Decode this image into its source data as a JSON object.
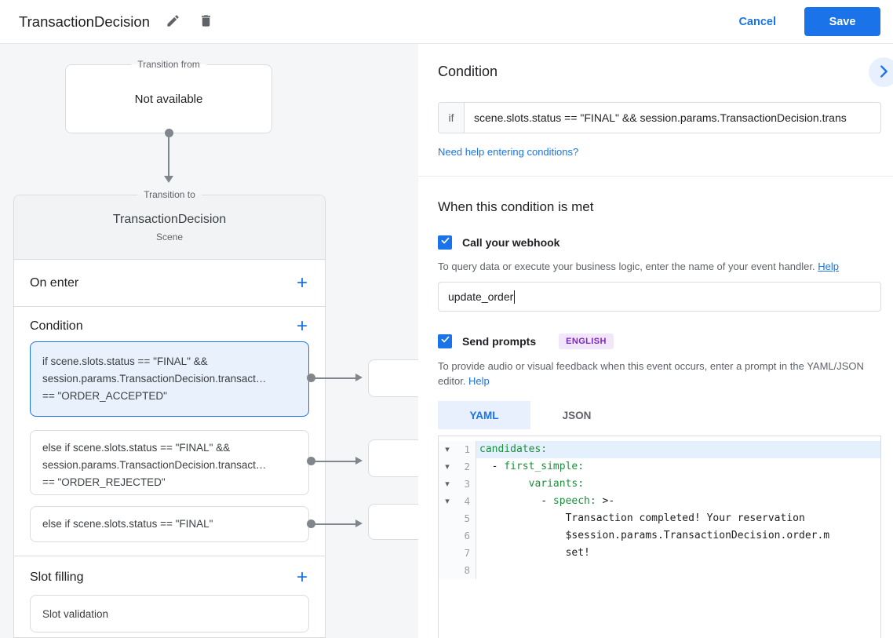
{
  "topbar": {
    "title": "TransactionDecision",
    "cancel_label": "Cancel",
    "save_label": "Save"
  },
  "flow": {
    "transition_from": {
      "label": "Transition from",
      "value": "Not available"
    },
    "transition_to": {
      "label": "Transition to",
      "title": "TransactionDecision",
      "subtitle": "Scene"
    },
    "on_enter_label": "On enter",
    "condition_label": "Condition",
    "slot_filling_label": "Slot filling",
    "slot_card_label": "Slot validation",
    "condition_cards": [
      {
        "selected": true,
        "lines": [
          "if scene.slots.status == \"FINAL\" &&",
          "session.params.TransactionDecision.transact…",
          "== \"ORDER_ACCEPTED\""
        ]
      },
      {
        "selected": false,
        "lines": [
          "else if scene.slots.status == \"FINAL\" &&",
          "session.params.TransactionDecision.transact…",
          "== \"ORDER_REJECTED\""
        ]
      },
      {
        "selected": false,
        "lines": [
          "else if scene.slots.status == \"FINAL\""
        ]
      }
    ]
  },
  "panel": {
    "title": "Condition",
    "if_label": "if",
    "if_value": "scene.slots.status == \"FINAL\" && session.params.TransactionDecision.trans",
    "help_link": "Need help entering conditions?",
    "when_title": "When this condition is met",
    "webhook": {
      "label": "Call your webhook",
      "checked": true,
      "helper": "To query data or execute your business logic, enter the name of your event handler.",
      "help_label": "Help",
      "value": "update_order"
    },
    "prompts": {
      "label": "Send prompts",
      "checked": true,
      "badge": "ENGLISH",
      "helper": "To provide audio or visual feedback when this event occurs, enter a prompt in the YAML/JSON editor.",
      "help_label": "Help"
    },
    "tabs": [
      {
        "label": "YAML",
        "active": true
      },
      {
        "label": "JSON",
        "active": false
      }
    ],
    "editor": {
      "lines": [
        {
          "num": "1",
          "fold": true,
          "active": true,
          "segments": [
            {
              "t": "candidates:",
              "c": "key"
            }
          ]
        },
        {
          "num": "2",
          "fold": true,
          "active": false,
          "segments": [
            {
              "t": "  - ",
              "c": "plain"
            },
            {
              "t": "first_simple:",
              "c": "key"
            }
          ]
        },
        {
          "num": "3",
          "fold": true,
          "active": false,
          "segments": [
            {
              "t": "        ",
              "c": "plain"
            },
            {
              "t": "variants:",
              "c": "key"
            }
          ]
        },
        {
          "num": "4",
          "fold": true,
          "active": false,
          "segments": [
            {
              "t": "          - ",
              "c": "plain"
            },
            {
              "t": "speech:",
              "c": "key"
            },
            {
              "t": " >-",
              "c": "plain"
            }
          ]
        },
        {
          "num": "5",
          "fold": false,
          "active": false,
          "segments": [
            {
              "t": "              Transaction completed! Your reservation",
              "c": "plain"
            }
          ]
        },
        {
          "num": "6",
          "fold": false,
          "active": false,
          "segments": [
            {
              "t": "              $session.params.TransactionDecision.order.m",
              "c": "plain"
            }
          ]
        },
        {
          "num": "7",
          "fold": false,
          "active": false,
          "segments": [
            {
              "t": "              set!",
              "c": "plain"
            }
          ]
        },
        {
          "num": "8",
          "fold": false,
          "active": false,
          "segments": []
        }
      ]
    }
  },
  "colors": {
    "accent": "#1a73e8",
    "accent_light_bg": "#e8f0fe",
    "selected_card_bg": "#e8f1fc",
    "canvas_bg": "#f5f6f8",
    "border_gray": "#dadce0",
    "code_key_green": "#1e8e3e",
    "badge_bg": "#f1e6fa",
    "badge_text": "#7b27bb",
    "connector_gray": "#80868b"
  }
}
